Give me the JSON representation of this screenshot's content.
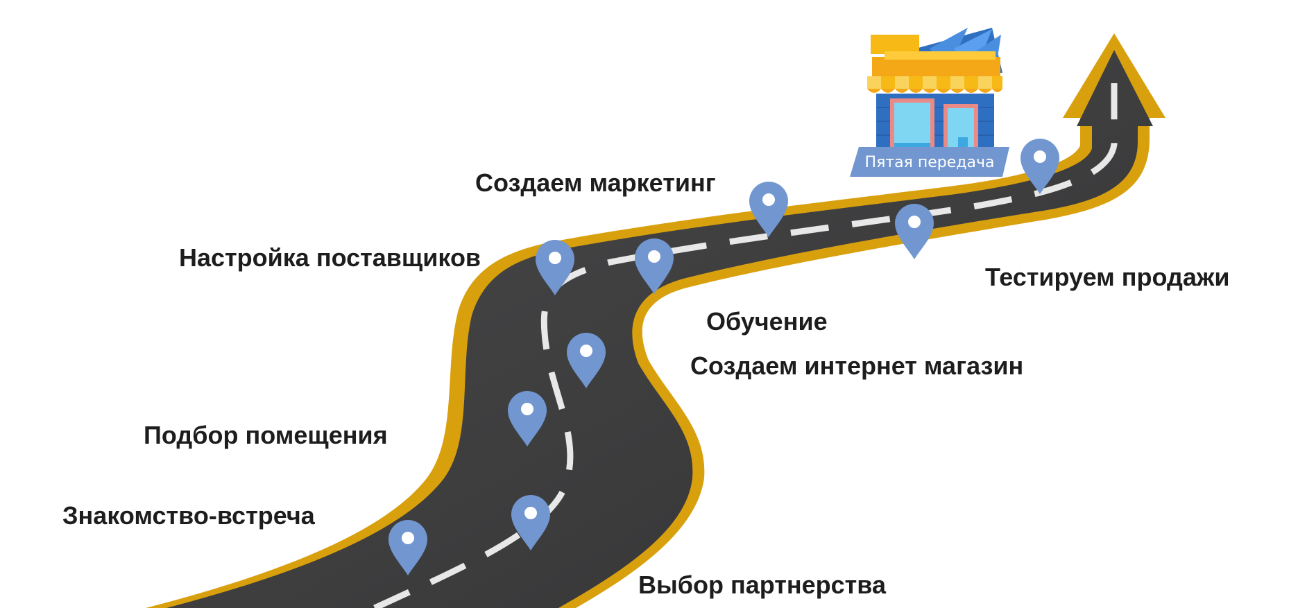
{
  "shop": {
    "sign": "Пятая передача"
  },
  "steps": [
    {
      "label": "Знакомство-встреча"
    },
    {
      "label": "Выбор партнерства"
    },
    {
      "label": "Подбор помещения"
    },
    {
      "label": "Создаем интернет магазин"
    },
    {
      "label": "Настройка поставщиков"
    },
    {
      "label": "Обучение"
    },
    {
      "label": "Создаем маркетинг"
    },
    {
      "label": "Тестируем продажи"
    }
  ],
  "colors": {
    "road": "#3f3f40",
    "road_edge": "#d9a00e",
    "lane_marking": "#e8e8e8",
    "pin": "#7296cf",
    "shop_wall": "#2f6fc2",
    "shop_awning": "#f6b916",
    "shop_sign_bg": "#7296cf"
  },
  "icons": {
    "pin": "location-pin-icon",
    "shop": "storefront-icon",
    "arrow": "arrow-up-icon"
  }
}
